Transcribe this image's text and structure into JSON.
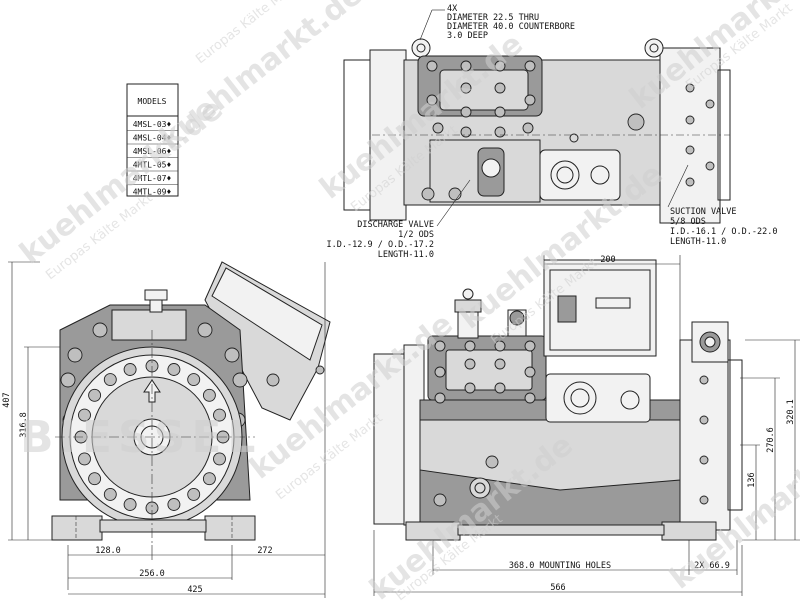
{
  "models_table": {
    "header": "MODELS",
    "rows": [
      "4MSL-03♦",
      "4MSL-04♦",
      "4MSL-06♦",
      "4MTL-05♦",
      "4MTL-07♦",
      "4MTL-09♦"
    ]
  },
  "callouts": {
    "holes": [
      "4X",
      "DIAMETER 22.5 THRU",
      "DIAMETER 40.0 COUNTERBORE",
      "3.0 DEEP"
    ],
    "discharge": [
      "DISCHARGE VALVE",
      "1/2 ODS",
      "I.D.-12.9 / O.D.-17.2",
      "LENGTH-11.0"
    ],
    "suction": [
      "SUCTION VALVE",
      "5/8 ODS",
      "I.D.-16.1 / O.D.-22.0",
      "LENGTH-11.0"
    ]
  },
  "dimensions": {
    "d407": "407",
    "d316": "316.8",
    "d128": "128.0",
    "d272": "272",
    "d256": "256.0",
    "d425": "425",
    "d200": "200",
    "d320": "320.1",
    "d270": "270.6",
    "d136": "136",
    "d368": "368.0 MOUNTING HOLES",
    "d66": "2X 66.9",
    "d566": "566"
  },
  "watermark": {
    "brand": "kuehlmarkt.de",
    "tagline": "Europas Kälte Markt",
    "logo": "BIESSEL"
  }
}
